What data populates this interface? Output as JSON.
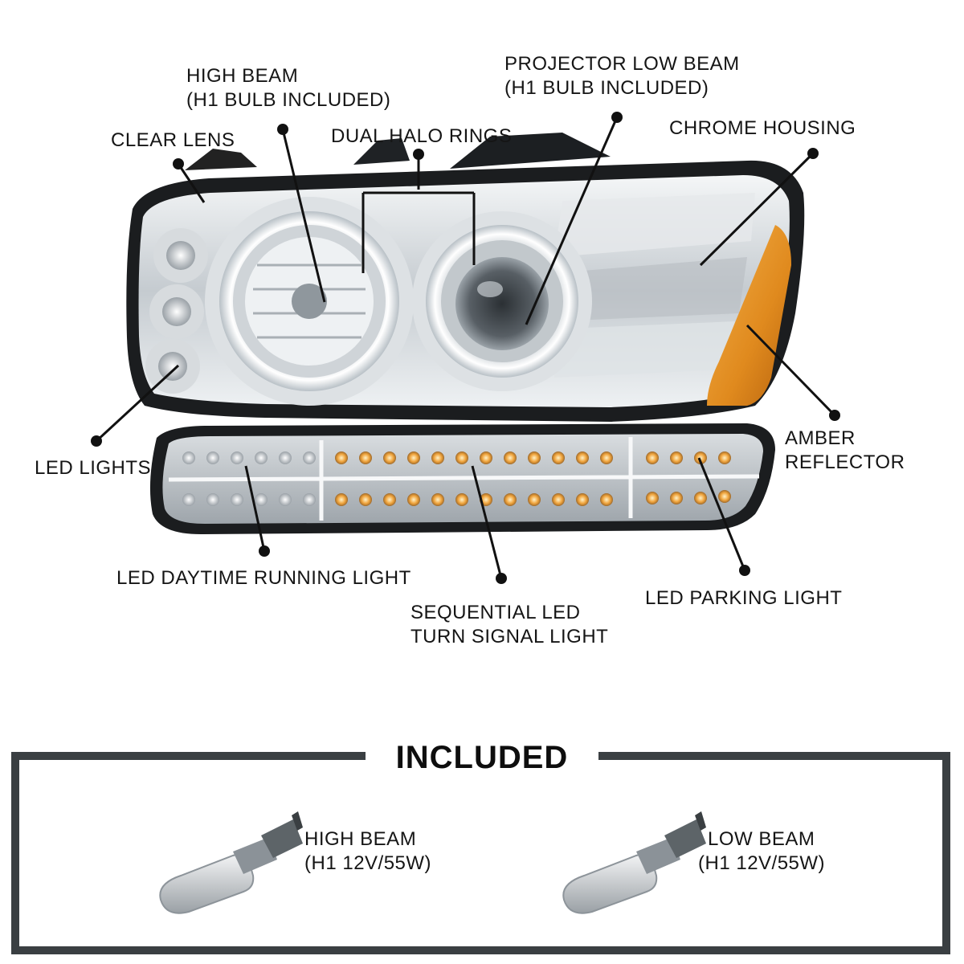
{
  "callouts": {
    "high_beam": {
      "line1": "HIGH BEAM",
      "line2": "(H1 BULB INCLUDED)"
    },
    "projector_low_beam": {
      "line1": "PROJECTOR LOW BEAM",
      "line2": "(H1 BULB INCLUDED)"
    },
    "clear_lens": "CLEAR LENS",
    "dual_halo_rings": "DUAL HALO RINGS",
    "chrome_housing": "CHROME HOUSING",
    "amber_reflector": {
      "line1": "AMBER",
      "line2": "REFLECTOR"
    },
    "led_lights": "LED LIGHTS",
    "led_daytime_running_light": "LED DAYTIME RUNNING LIGHT",
    "sequential_led_turn_signal": {
      "line1": "SEQUENTIAL LED",
      "line2": "TURN SIGNAL LIGHT"
    },
    "led_parking_light": "LED PARKING LIGHT"
  },
  "included": {
    "title": "INCLUDED",
    "items": [
      {
        "line1": "HIGH BEAM",
        "line2": "(H1 12V/55W)"
      },
      {
        "line1": "LOW BEAM",
        "line2": "(H1 12V/55W)"
      }
    ]
  },
  "colors": {
    "callout_line": "#111111",
    "frame": "#3a3f42",
    "amber": "#e08a1e",
    "chrome": "#c9ced2",
    "housing_black": "#1b1d1f"
  }
}
